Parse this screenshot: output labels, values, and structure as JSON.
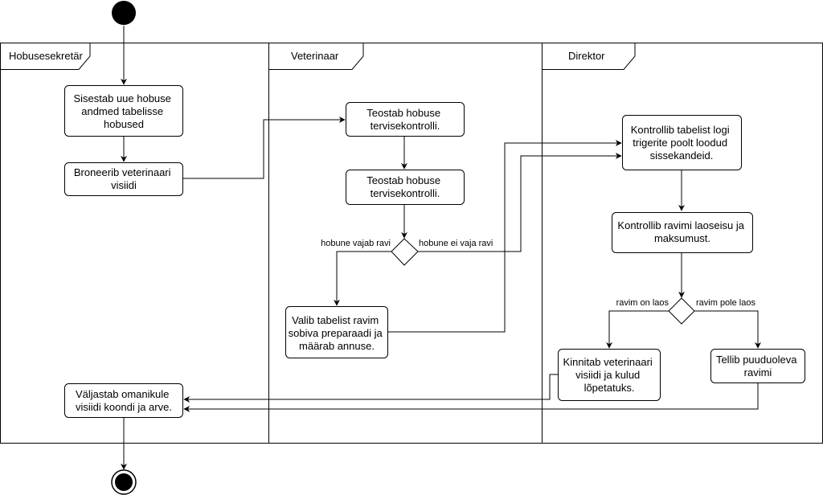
{
  "lanes": [
    {
      "label": "Hobusesekretär"
    },
    {
      "label": "Veterinaar"
    },
    {
      "label": "Direktor"
    }
  ],
  "nodes": {
    "enter_data": [
      "Sisestab uue hobuse",
      "andmed tabelisse",
      "hobused"
    ],
    "book_vet": [
      "Broneerib veterinaari",
      "visiidi"
    ],
    "health_check_1": [
      "Teostab hobuse",
      "tervisekontrolli."
    ],
    "health_check_2": [
      "Teostab hobuse",
      "tervisekontrolli."
    ],
    "choose_treatment": [
      "Valib tabelist ravim",
      "sobiva preparaadi ja",
      "määrab annuse."
    ],
    "check_log": [
      "Kontrollib tabelist logi",
      "trigerite poolt loodud",
      "sissekandeid."
    ],
    "check_stock": [
      "Kontrollib ravimi laoseisu ja",
      "maksumust."
    ],
    "confirm_visit": [
      "Kinnitab veterinaari",
      "visiidi ja kulud",
      "lõpetatuks."
    ],
    "order_medicine": [
      "Tellib puuduoleva",
      "ravimi"
    ],
    "issue_invoice": [
      "Väljastab omanikule",
      "visiidi koondi ja arve."
    ]
  },
  "edge_labels": {
    "needs_treatment": "hobune vajab ravi",
    "no_treatment": "hobune ei vaja ravi",
    "in_stock": "ravim on laos",
    "not_in_stock": "ravim pole laos"
  }
}
